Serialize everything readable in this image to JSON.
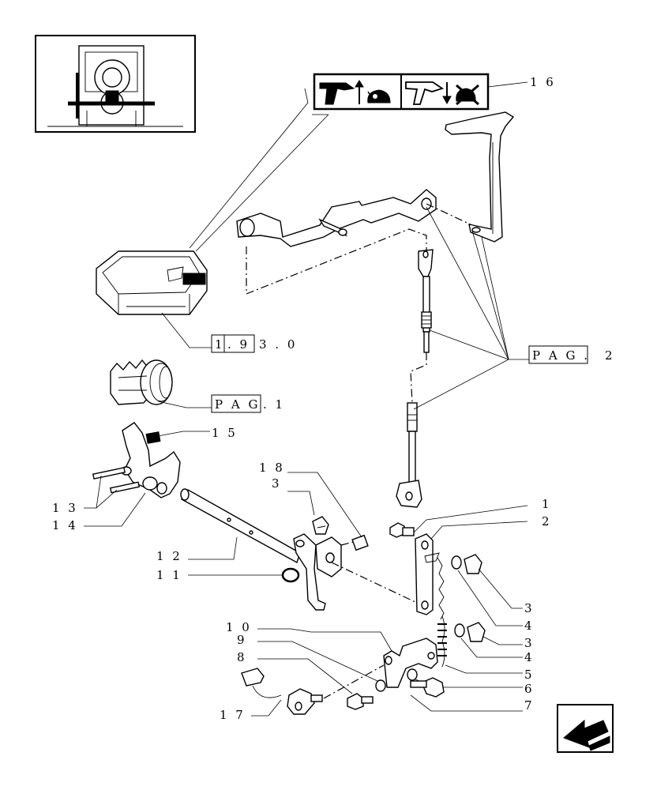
{
  "callouts": {
    "c1": "1",
    "c2": "2",
    "c3a": "3",
    "c3b": "3",
    "c3c": "3",
    "c4a": "4",
    "c4b": "4",
    "c5": "5",
    "c6": "6",
    "c7": "7",
    "c8": "8",
    "c9": "9",
    "c10": "1 0",
    "c11": "1 1",
    "c12": "1 2",
    "c13": "1 3",
    "c14": "1 4",
    "c15": "1 5",
    "c16": "1 6",
    "c17": "1 7",
    "c18": "1 8"
  },
  "refs": {
    "section_a": "1",
    "section_b": ". 9",
    "section_c": "3 . 0",
    "pag1_box": "P A G",
    "pag1_num": ". 1",
    "pag2_box": "P A G .",
    "pag2_num": "2"
  },
  "icons": {
    "thumbnail": "tractor-rear-view-icon",
    "decal_left": "lever-up-slow-icon",
    "decal_right": "lever-down-stop-icon",
    "nav": "back-arrow-icon"
  }
}
